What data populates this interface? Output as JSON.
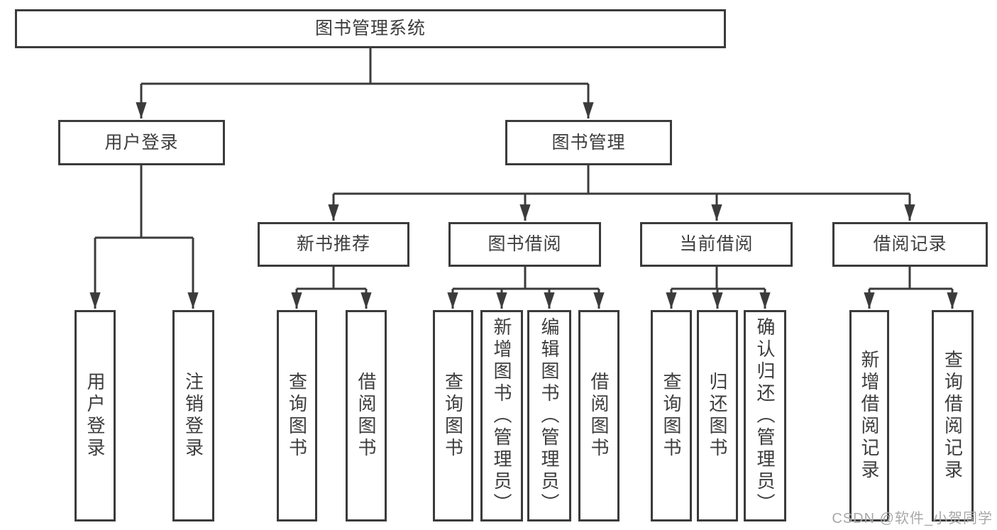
{
  "colors": {
    "line": "#3b3b3b",
    "text": "#3d3d3d",
    "watermark": "#a8a8a8",
    "background": "#ffffff"
  },
  "diagram": {
    "type": "tree",
    "watermark": "CSDN @软件_小贺同学",
    "root": {
      "label": "图书管理系统"
    },
    "branches": [
      {
        "label": "用户登录",
        "children": [
          {
            "label": "用户登录"
          },
          {
            "label": "注销登录"
          }
        ]
      },
      {
        "label": "图书管理",
        "children": [
          {
            "label": "新书推荐",
            "children": [
              {
                "label": "查询图书"
              },
              {
                "label": "借阅图书"
              }
            ]
          },
          {
            "label": "图书借阅",
            "children": [
              {
                "label": "查询图书"
              },
              {
                "label": "新增图书（管理员）"
              },
              {
                "label": "编辑图书（管理员）"
              },
              {
                "label": "借阅图书"
              }
            ]
          },
          {
            "label": "当前借阅",
            "children": [
              {
                "label": "查询图书"
              },
              {
                "label": "归还图书"
              },
              {
                "label": "确认归还（管理员）"
              }
            ]
          },
          {
            "label": "借阅记录",
            "children": [
              {
                "label": "新增借阅记录"
              },
              {
                "label": "查询借阅记录"
              }
            ]
          }
        ]
      }
    ]
  }
}
